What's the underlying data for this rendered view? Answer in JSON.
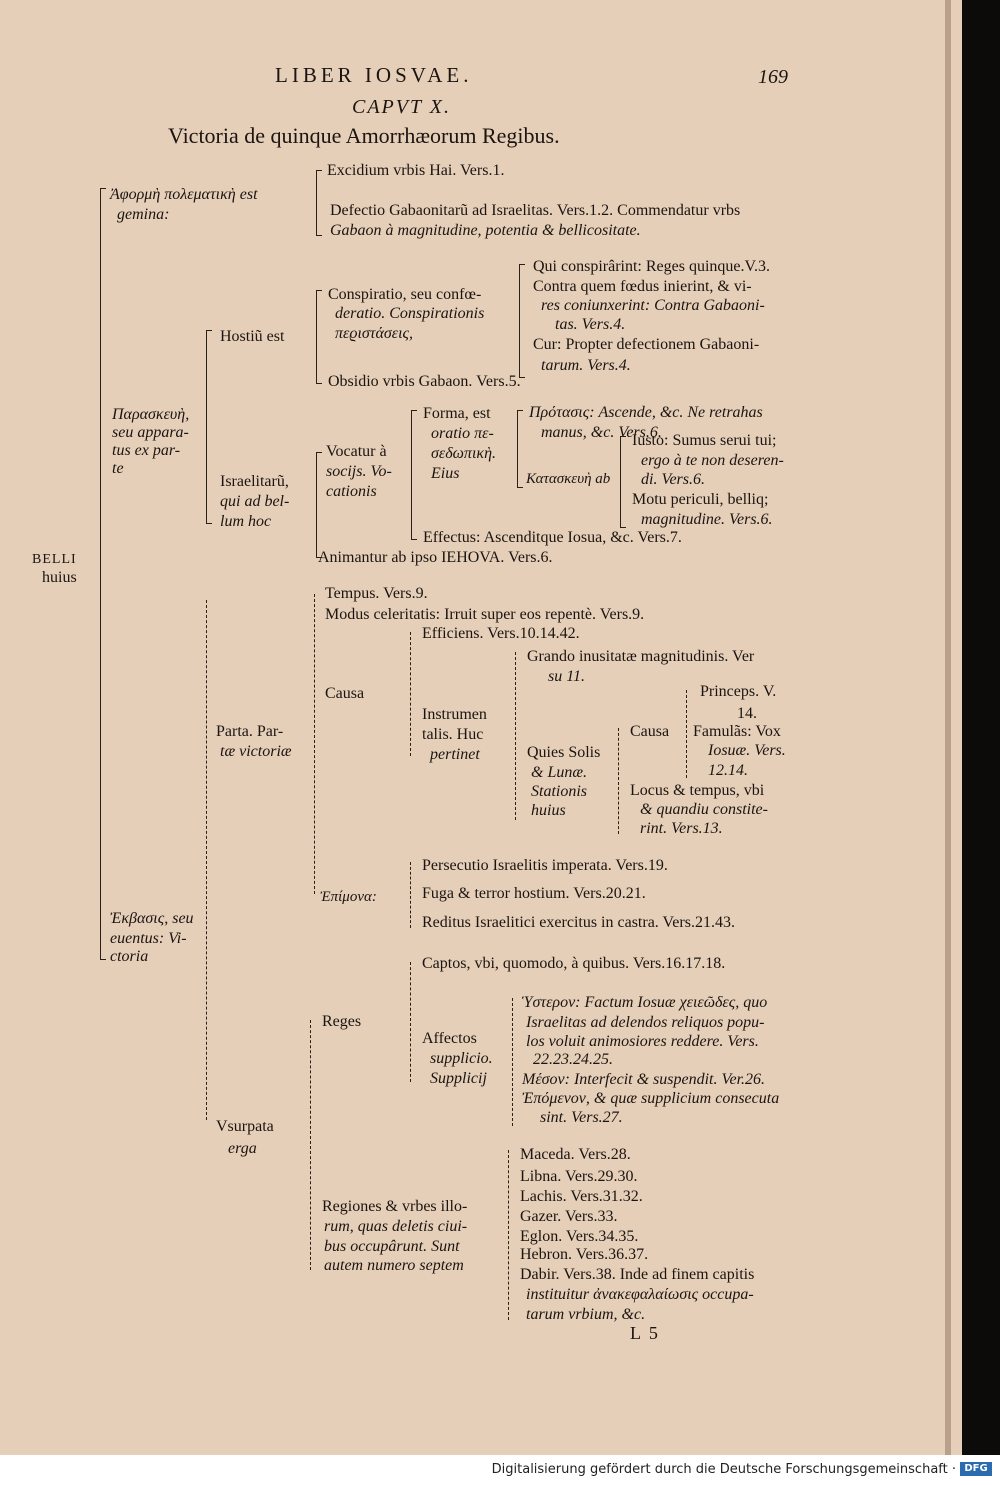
{
  "header": {
    "running_title": "LIBER IOSVAE.",
    "page_number": "169",
    "chapter": "CAPVT X.",
    "title": "Victoria de quinque Amorrhæorum Regibus."
  },
  "root": {
    "label": "BELLI huius"
  },
  "a1": {
    "label1": "Ἀφορμὴ πολεματικὴ est",
    "label2": "gemina:",
    "items": [
      "Excidium vrbis Hai. Vers.1.",
      "Defectio Gabaonitarũ ad Israelitas. Vers.1.2. Commendatur vrbs",
      "Gabaon à magnitudine, potentia & bellicositate."
    ]
  },
  "a2": {
    "label": [
      "Παρασκευὴ,",
      "seu appara-",
      "tus ex par-",
      "te"
    ],
    "hostium": {
      "label": "Hostiũ est",
      "consp": [
        "Conspiratio, seu confœ-",
        "deratio. Conspirationis",
        "πεϱιστάσεις,"
      ],
      "qui": "Qui conspirârint: Reges quinque.V.3.",
      "contra": [
        "Contra quem fœdus inierint, & vi-",
        "res coniunxerint: Contra Gabaoni-",
        "tas. Vers.4."
      ],
      "cur": [
        "Cur: Propter defectionem Gabaoni-",
        "tarum. Vers.4."
      ],
      "obsidio": "Obsidio vrbis Gabaon. Vers.5."
    },
    "isr": {
      "label": [
        "Israelitarũ,",
        "qui ad bel-",
        "lum hoc"
      ],
      "vocatur": [
        "Vocatur à",
        "socijs. Vo-",
        "cationis"
      ],
      "forma": [
        "Forma, est",
        "oratio πε-",
        "σεδωπικὴ.",
        "Eius"
      ],
      "protasis": [
        "Πρότασις: Ascende, &c. Ne retrahas",
        "manus, &c. Vers.6."
      ],
      "katask": "Κατασκευὴ ab",
      "iusto": [
        "Iusto: Sumus serui tui;",
        "ergo à te non deseren-",
        "di. Vers.6."
      ],
      "motu": [
        "Motu periculi, belliq;",
        "magnitudine. Vers.6."
      ],
      "effectus": "Effectus: Ascenditque Iosua, &c. Vers.7.",
      "animantur": "Animantur ab ipso IEHOVA. Vers.6."
    }
  },
  "b": {
    "label": [
      "Ἐκβασις, seu",
      "euentus: Vi-",
      "ctoria"
    ],
    "parta": {
      "label": [
        "Parta. Par-",
        "tæ victoriæ"
      ],
      "tempus": "Tempus. Vers.9.",
      "modus": "Modus celeritatis: Irruit super eos repentè. Vers.9.",
      "causa": "Causa",
      "efficiens": "Efficiens. Vers.10.14.42.",
      "instr": [
        "Instrumen",
        "talis. Huc",
        "pertinet"
      ],
      "grando": [
        "Grando inusitatæ magnitudinis. Ver",
        "su 11."
      ],
      "quies": [
        "Quies Solis",
        "& Lunæ.",
        "Stationis",
        "huius"
      ],
      "causa2": "Causa",
      "princeps": [
        "Princeps. V.",
        "14."
      ],
      "famulas": [
        "Famulãs: Vox",
        "Iosuæ. Vers.",
        "12.14."
      ],
      "locus": [
        "Locus & tempus, vbi",
        "& quandiu constite-",
        "rint. Vers.13."
      ],
      "epimone": "Ἐπίμονα:",
      "persecutio": "Persecutio Israelitis imperata. Vers.19.",
      "fuga": "Fuga & terror hostium. Vers.20.21.",
      "reditus": "Reditus Israelitici exercitus in castra. Vers.21.43."
    },
    "vsurpata": {
      "label": [
        "Vsurpata",
        "erga"
      ],
      "reges": "Reges",
      "captos": "Captos, vbi, quomodo, à quibus. Vers.16.17.18.",
      "affectos": [
        "Affectos",
        "supplicio.",
        "Supplicij"
      ],
      "hyst": [
        "Ὑστερον: Factum Iosuæ χειεῶδες, quo",
        "Israelitas ad delendos reliquos popu-",
        "los voluit animosiores reddere. Vers.",
        "22.23.24.25."
      ],
      "meson": "Μέσον: Interfecit & suspendit. Ver.26.",
      "epim": [
        "Ἐπόμενον, & quæ supplicium consecuta",
        "sint. Vers.27."
      ],
      "regiones": [
        "Regiones & vrbes illo-",
        "rum, quas deletis ciui-",
        "bus occupârunt. Sunt",
        "autem numero septem"
      ],
      "cities": [
        "Maceda. Vers.28.",
        "Libna. Vers.29.30.",
        "Lachis. Vers.31.32.",
        "Gazer. Vers.33.",
        "Eglon. Vers.34.35.",
        "Hebron. Vers.36.37."
      ],
      "dabir": [
        "Dabir. Vers.38. Inde ad finem capitis",
        "instituitur ἀνακεφαλαίωσις occupa-",
        "tarum vrbium, &c."
      ]
    }
  },
  "signature": "L 5",
  "footer": {
    "text": "Digitalisierung gefördert durch die Deutsche Forschungsgemeinschaft ·",
    "logo": "DFG"
  }
}
